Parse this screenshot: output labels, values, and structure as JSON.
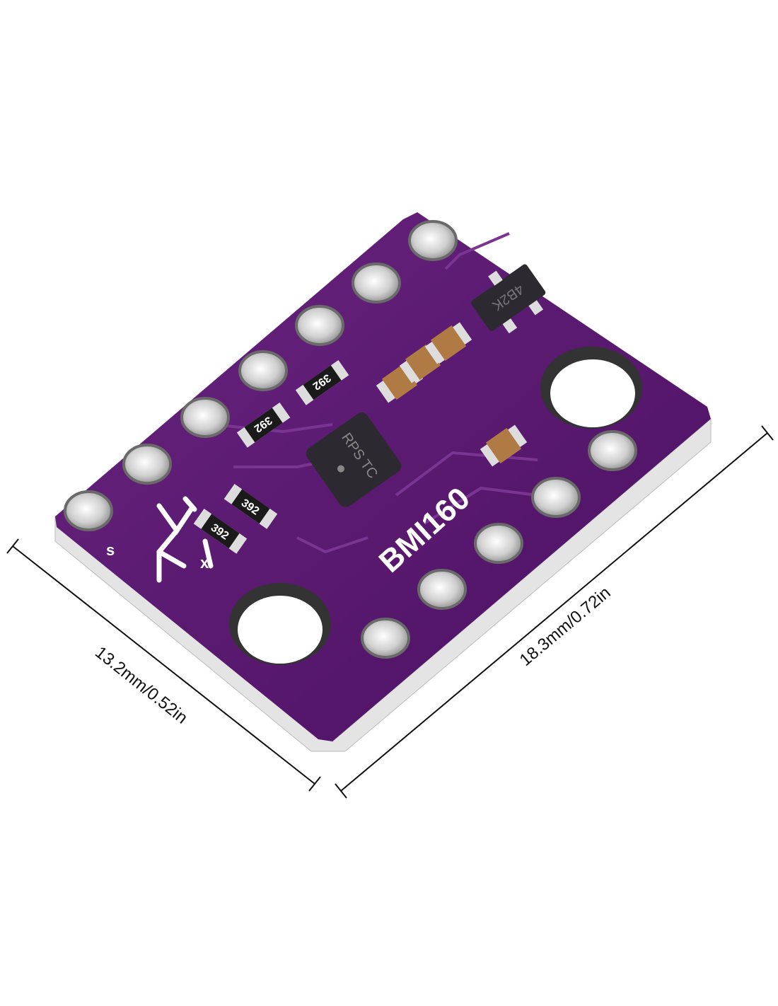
{
  "product": {
    "silkscreen_label": "BMI160",
    "resistor_marking": "392",
    "regulator_marking": "4B2K",
    "imu_chip_marking": "RPS TC",
    "colors": {
      "pcb": "#5a1a6e",
      "pcb_dark": "#3f0f52",
      "silver": "#d8d8d8",
      "capacitor": "#b07a45",
      "chip": "#2c2a30"
    }
  },
  "dimensions": {
    "width_label": "13.2mm/0.52in",
    "length_label": "18.3mm/0.72in"
  }
}
